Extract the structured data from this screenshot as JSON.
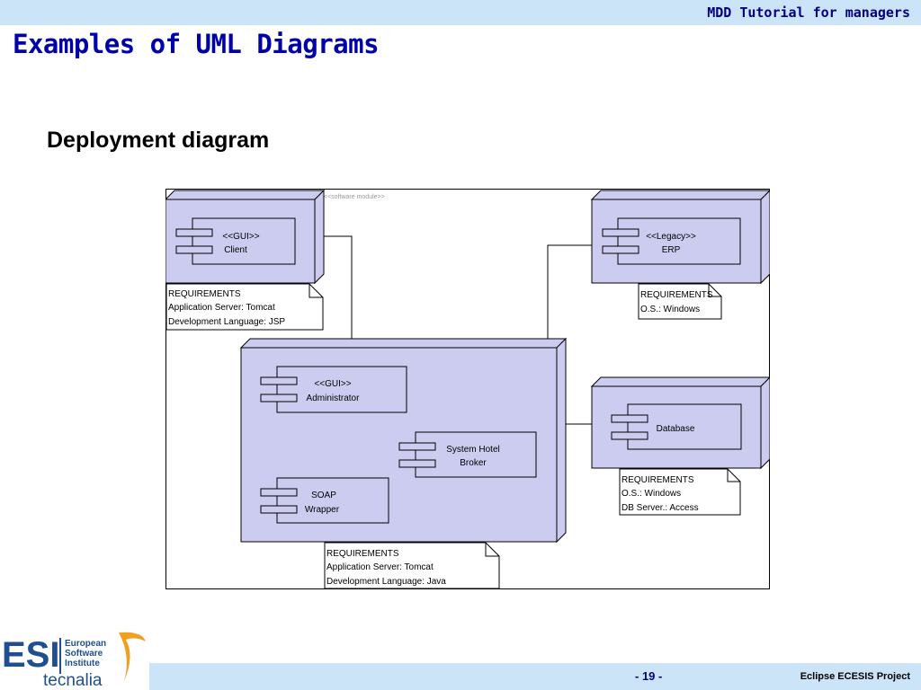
{
  "header": {
    "title": "MDD Tutorial for managers"
  },
  "slide": {
    "title": "Examples of UML Diagrams",
    "subtitle": "Deployment diagram"
  },
  "diagram": {
    "frame_label": "<<software module>>",
    "client": {
      "stereotype": "<<GUI>>",
      "name": "Client"
    },
    "erp": {
      "stereotype": "<<Legacy>>",
      "name": "ERP"
    },
    "administrator": {
      "stereotype": "<<GUI>>",
      "name": "Administrator"
    },
    "broker": {
      "line1": "System Hotel",
      "line2": "Broker"
    },
    "soap": {
      "line1": "SOAP",
      "line2": "Wrapper"
    },
    "database": {
      "name": "Database"
    },
    "notes": {
      "client": [
        "REQUIREMENTS",
        "Application Server: Tomcat",
        "Development Language: JSP"
      ],
      "erp": [
        "REQUIREMENTS",
        "O.S.: Windows"
      ],
      "database": [
        "REQUIREMENTS",
        "O.S.: Windows",
        "DB Server.: Access"
      ],
      "server": [
        "REQUIREMENTS",
        "Application Server: Tomcat",
        "Development Language: Java"
      ]
    },
    "colors": {
      "node_fill": "#ccccf0",
      "node_stroke": "#000000"
    }
  },
  "footer": {
    "logo_text": [
      "ESI",
      "European",
      "Software",
      "Institute",
      "tecnalia"
    ],
    "page": "- 19 -",
    "project": "Eclipse ECESIS Project"
  }
}
